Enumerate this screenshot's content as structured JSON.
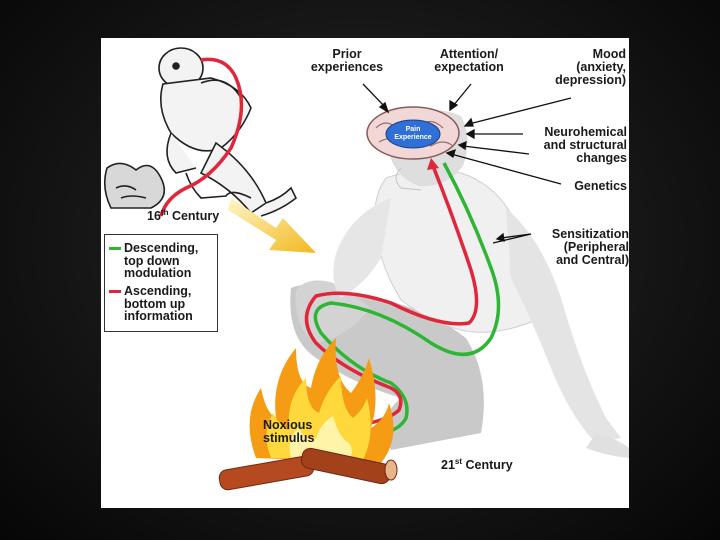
{
  "labels": {
    "prior": "Prior\nexperiences",
    "attention": "Attention/\nexpectation",
    "mood": "Mood\n(anxiety,\ndepression)",
    "neuro": "Neurohemical\nand structural\nchanges",
    "genetics": "Genetics",
    "sensitization": "Sensitization\n(Peripheral\nand Central)",
    "noxious": "Noxious\nstimulus",
    "pain": "Pain\nExperience",
    "century16_num": "16",
    "century16_sup": "th",
    "century16_word": " Century",
    "century21_num": "21",
    "century21_sup": "st",
    "century21_word": " Century"
  },
  "legend": {
    "descending": "Descending,\ntop down\nmodulation",
    "ascending": "Ascending,\nbottom up\ninformation"
  },
  "colors": {
    "descending": "#2db534",
    "ascending": "#e0263a",
    "brain": "#2f6fd6",
    "arrow": "#f2b81d"
  },
  "icons": [
    "fire-icon",
    "brain-icon",
    "figure-icon"
  ]
}
